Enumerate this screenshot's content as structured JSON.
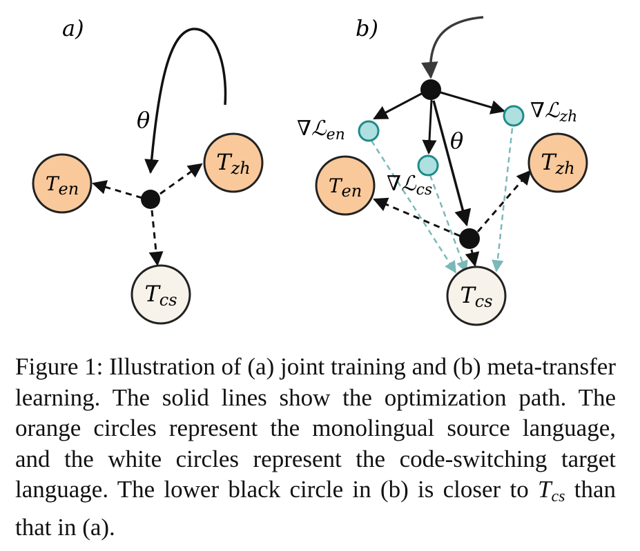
{
  "panel_a": {
    "label": "a)",
    "param": "θ",
    "nodes": {
      "en": {
        "base": "T",
        "sub": "en"
      },
      "zh": {
        "base": "T",
        "sub": "zh"
      },
      "cs": {
        "base": "T",
        "sub": "cs"
      }
    }
  },
  "panel_b": {
    "label": "b)",
    "param": "θ",
    "grads": {
      "en": {
        "base": "∇ℒ",
        "sub": "en"
      },
      "cs": {
        "base": "∇ℒ",
        "sub": "cs"
      },
      "zh": {
        "base": "∇ℒ",
        "sub": "zh"
      }
    },
    "nodes": {
      "en": {
        "base": "T",
        "sub": "en"
      },
      "zh": {
        "base": "T",
        "sub": "zh"
      },
      "cs": {
        "base": "T",
        "sub": "cs"
      }
    }
  },
  "colors": {
    "source_fill": "#F9C99B",
    "target_fill": "#F7F3EA",
    "grad_fill": "#AEE0E0",
    "grad_stroke": "#1F8A8A",
    "dashed_teal": "#7BB8B8",
    "arrow_gray": "#3A3A3A"
  },
  "caption": {
    "text": "Figure 1: Illustration of (a) joint training and (b) meta-transfer learning. The solid lines show the optimization path. The orange circles represent the monolingual source language, and the white circles represent the code-switching target language. The lower black circle in (b) is closer to",
    "math_base": "T",
    "math_sub": "cs",
    "tail": " than that in (a)."
  }
}
